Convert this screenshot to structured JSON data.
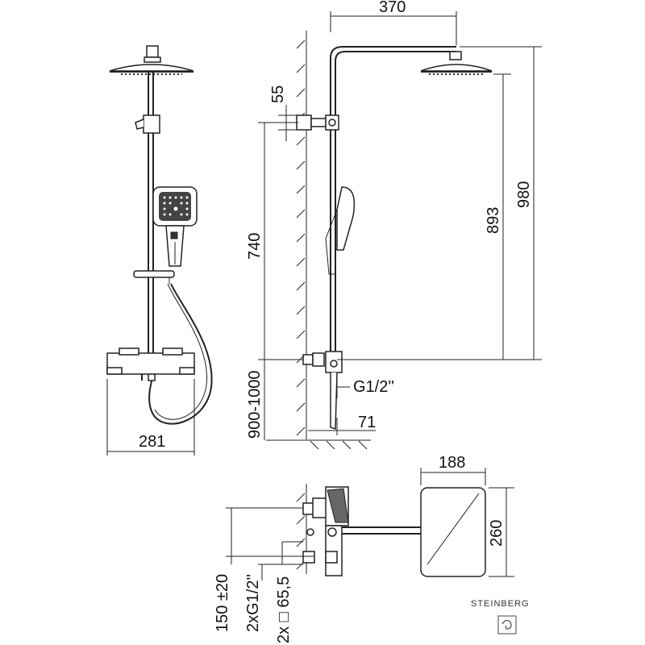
{
  "dimensions": {
    "d370": "370",
    "d55": "55",
    "d893": "893",
    "d980": "980",
    "d740": "740",
    "d900_1000": "900-1000",
    "g_half": "G1/2''",
    "d71": "71",
    "d281": "281",
    "d188": "188",
    "d260": "260",
    "d150": "150 ±20",
    "d2xg": "2xG1/2''",
    "d2x65": "2x □ 65,5"
  },
  "brand": {
    "name": "STEINBERG"
  },
  "icons": {
    "logo": "steinberg-logo-icon",
    "hand_shower": "hand-shower-icon",
    "rain_shower": "rain-shower-head-icon",
    "thermostat": "thermostat-mixer-icon"
  },
  "colors": {
    "line": "#222222",
    "background": "#ffffff"
  }
}
